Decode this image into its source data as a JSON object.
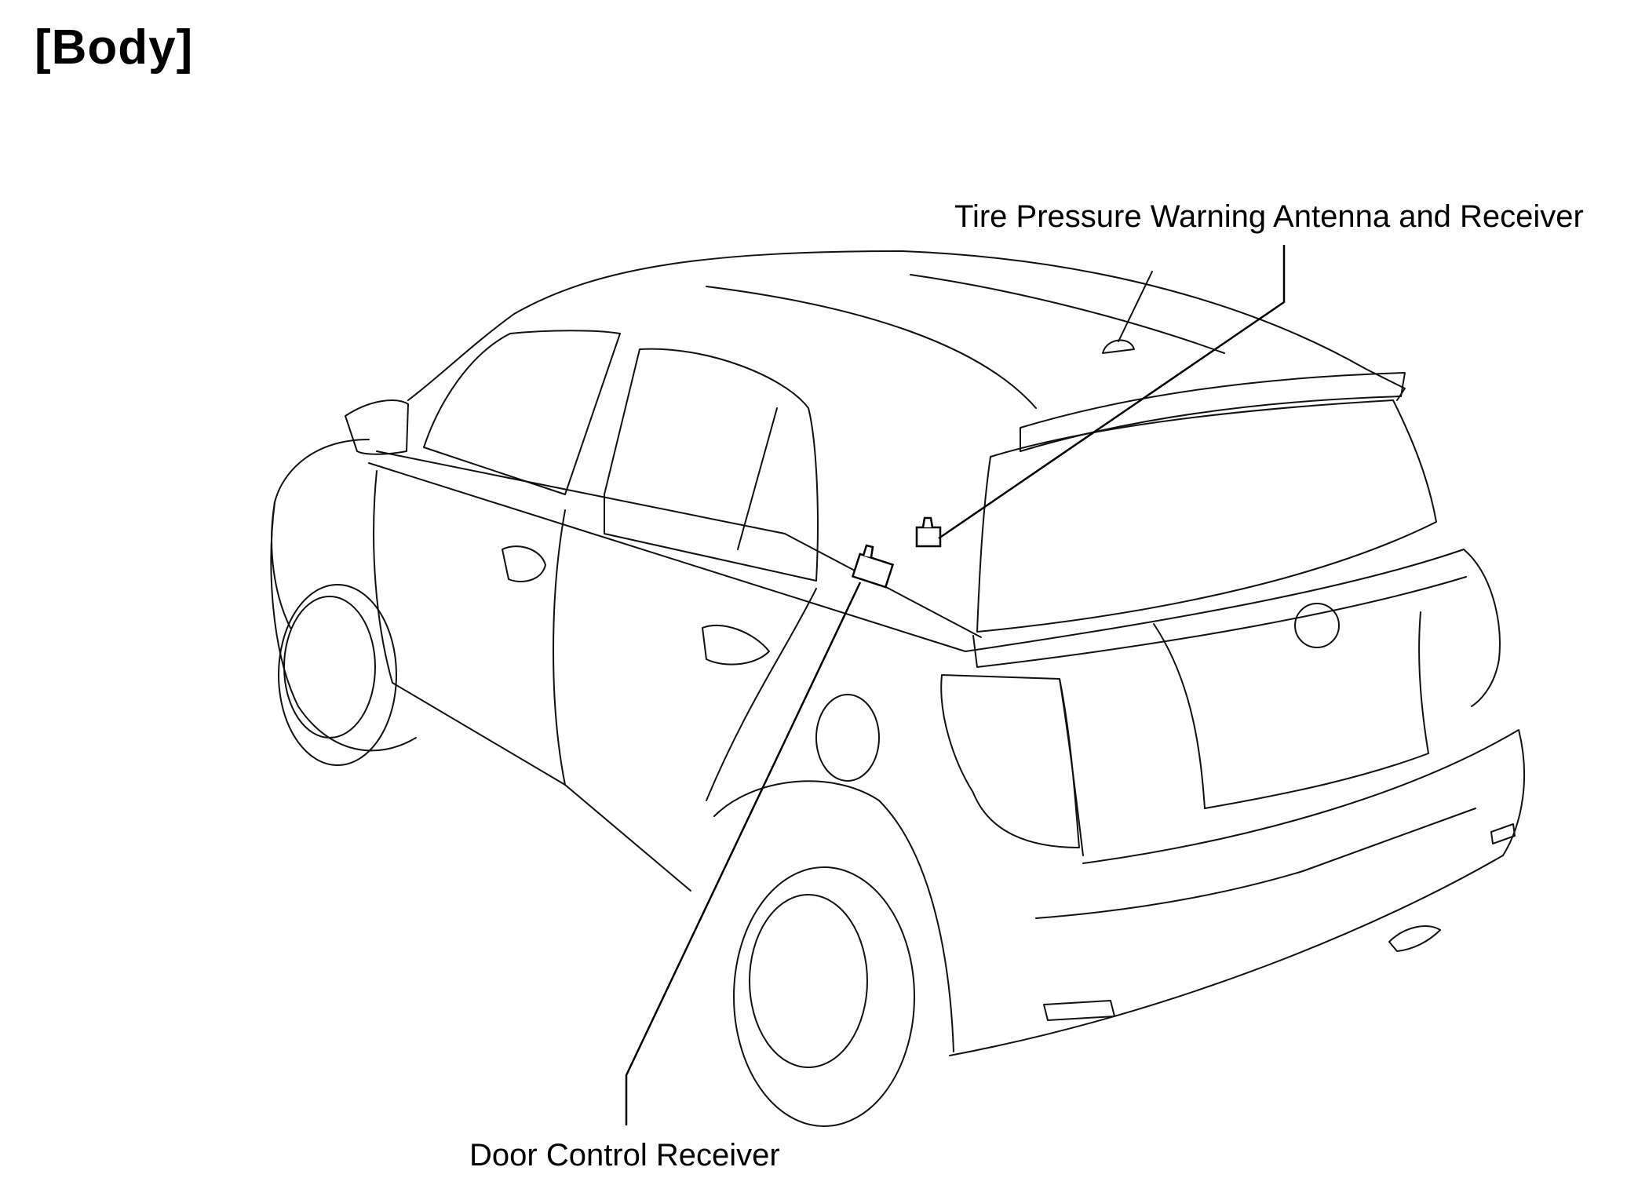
{
  "title": "[Body]",
  "callouts": {
    "tire_pressure": "Tire Pressure Warning Antenna and Receiver",
    "door_control": "Door Control Receiver"
  },
  "colors": {
    "line": "#000000",
    "background": "#ffffff"
  }
}
